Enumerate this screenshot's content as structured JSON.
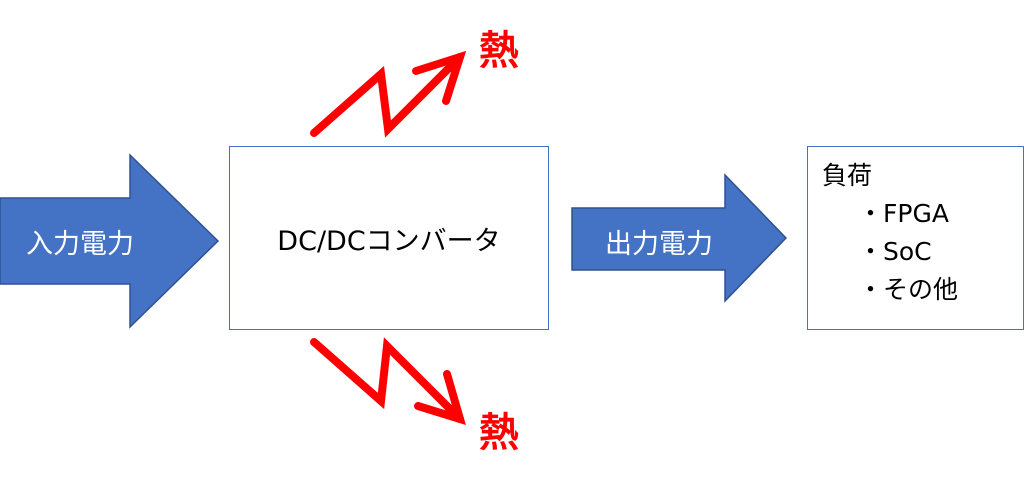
{
  "input_arrow": {
    "label": "入力電力"
  },
  "converter": {
    "label": "DC/DCコンバータ"
  },
  "output_arrow": {
    "label": "出力電力"
  },
  "load": {
    "title": "負荷",
    "items": [
      "・FPGA",
      "・SoC",
      "・その他"
    ]
  },
  "heat": {
    "top": "熱",
    "bottom": "熱"
  },
  "colors": {
    "arrow_fill": "#4472C4",
    "arrow_border": "#2F528F",
    "heat": "#FF0000"
  }
}
